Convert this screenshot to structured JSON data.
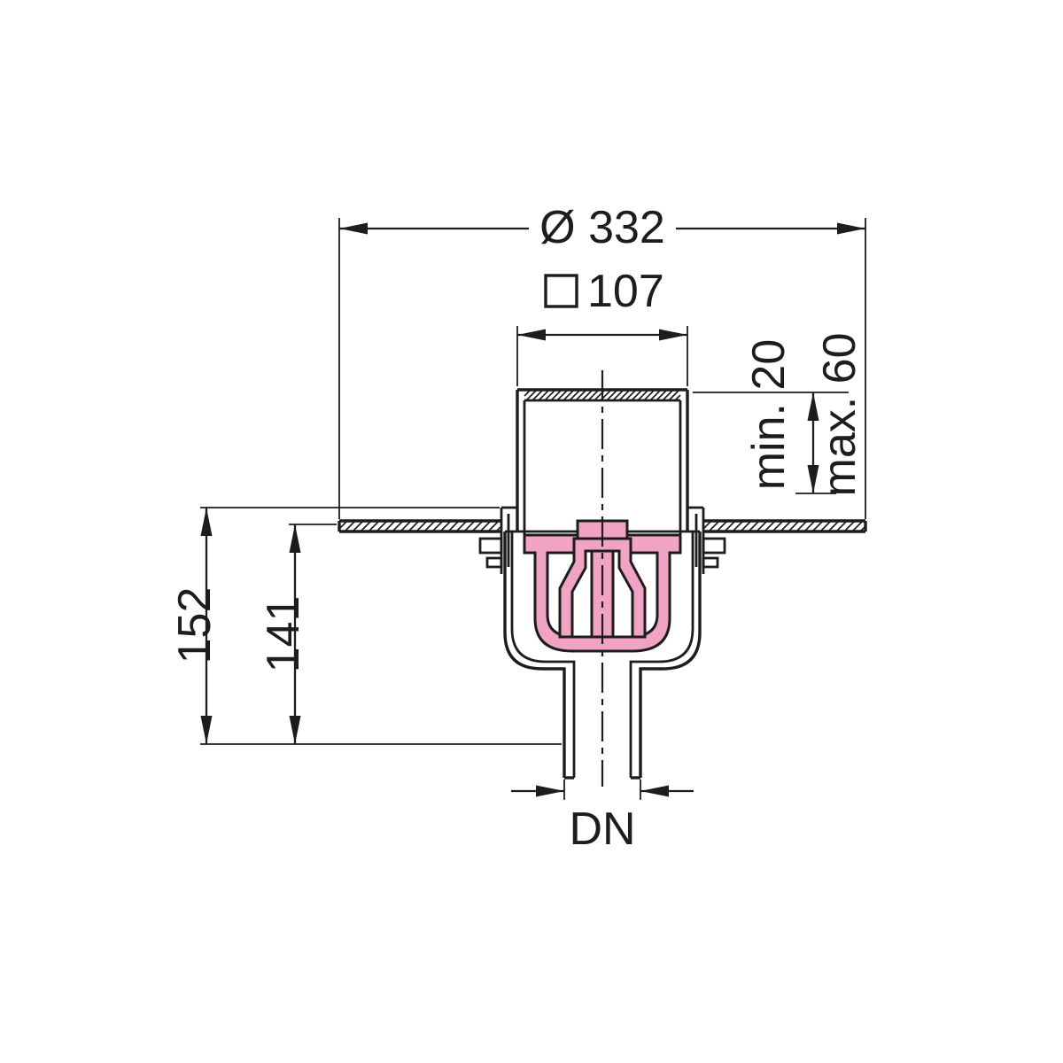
{
  "drawing": {
    "labels": {
      "diameter": "Ø 332",
      "square_width": "107",
      "min_depth": "min. 20",
      "max_depth": "max. 60",
      "total_height": "152",
      "body_height": "141",
      "outlet": "DN"
    },
    "colors": {
      "line": "#1d1d1b",
      "seal": "#f1a3c4",
      "background": "#ffffff"
    }
  }
}
